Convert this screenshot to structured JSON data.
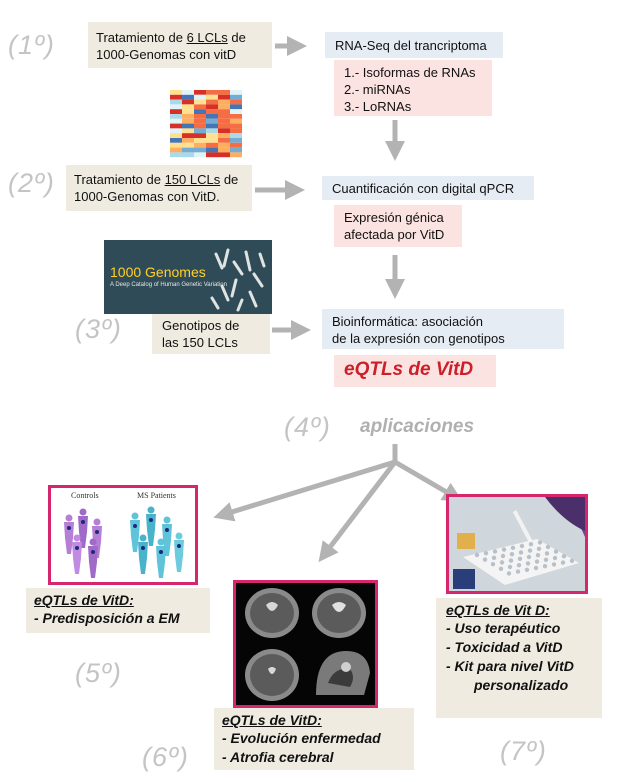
{
  "steps": [
    "(1º)",
    "(2º)",
    "(3º)",
    "(4º)",
    "(5º)",
    "(6º)",
    "(7º)"
  ],
  "step1": {
    "pre": "Tratamiento de ",
    "highlight": "6 LCLs",
    "post": " de",
    "line2": "1000-Genomas con vitD"
  },
  "rnaseq": {
    "title": "RNA-Seq del trancriptoma",
    "items": [
      "1.- Isoformas de RNAs",
      "2.- miRNAs",
      "3.- LoRNAs"
    ]
  },
  "step2": {
    "pre": "Tratamiento de ",
    "highlight": "150 LCLs",
    "post": " de",
    "line2": "1000-Genomas con VitD."
  },
  "qpcr": {
    "title": "Cuantificación con digital qPCR",
    "result_line1": "Expresión génica",
    "result_line2": "afectada por VitD"
  },
  "genomes_image": {
    "title": "1000 Genomes",
    "subtitle": "A Deep Catalog of Human Genetic Variation"
  },
  "step3": {
    "line1": "Genotipos de",
    "line2": "las 150 LCLs"
  },
  "bioinfo": {
    "line1": "Bioinformática: asociación",
    "line2": "de la expresión con genotipos"
  },
  "eqtl_main": "eQTLs de VitD",
  "applications_label": "aplicaciones",
  "app_em": {
    "image_labels": [
      "Controls",
      "MS Patients"
    ],
    "title": "eQTLs de VitD:",
    "lines": [
      "- Predisposición a EM"
    ]
  },
  "app_brain": {
    "title": "eQTLs de VitD:",
    "lines": [
      "- Evolución enfermedad",
      "- Atrofia cerebral"
    ]
  },
  "app_therapy": {
    "title": "eQTLs de Vit D:",
    "lines": [
      "- Uso terapéutico",
      "- Toxicidad a VitD",
      "- Kit para nivel VitD",
      "personalizado"
    ]
  },
  "colors": {
    "arrow": "#b3b3b3",
    "frame": "#d6266e",
    "eqtl_red": "#cc1f2a",
    "beige": "#efebe0",
    "blue": "#e6ecf4",
    "pink": "#fbe3e1"
  }
}
